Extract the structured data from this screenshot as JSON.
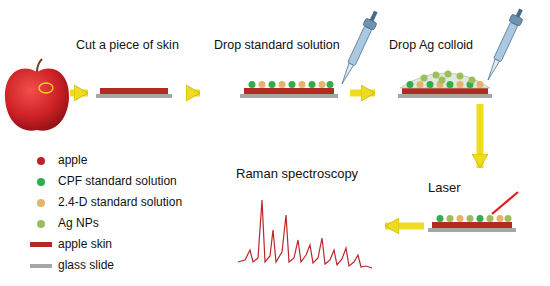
{
  "diagram": {
    "nodes": [
      {
        "text": [
          "Cut a piece of skin"
        ]
      },
      {
        "text": [
          "Drop standard solution"
        ]
      },
      {
        "text": [
          "Drop Ag colloid"
        ]
      },
      {
        "text": [
          "Laser"
        ]
      },
      {
        "text": [
          "Raman spectroscopy"
        ]
      }
    ],
    "edges": [
      {
        "from": 0,
        "to": 1,
        "arrow": "to"
      },
      {
        "from": 1,
        "to": 2,
        "arrow": "to"
      },
      {
        "from": 2,
        "to": 3,
        "arrow": "to"
      },
      {
        "from": 3,
        "to": 4,
        "arrow": "to"
      }
    ],
    "legend": [
      {
        "text": "apple",
        "color": "#c0222a"
      },
      {
        "text": "CPF standard solution",
        "color": "#2fae4a"
      },
      {
        "text": "2.4-D standard solution",
        "color": "#e3b46a"
      },
      {
        "text": "Ag NPs",
        "color": "#9cbf5e"
      },
      {
        "text": "apple skin",
        "color": "#b22a22"
      },
      {
        "text": "glass slide",
        "color": "#a6a6a6"
      }
    ]
  }
}
